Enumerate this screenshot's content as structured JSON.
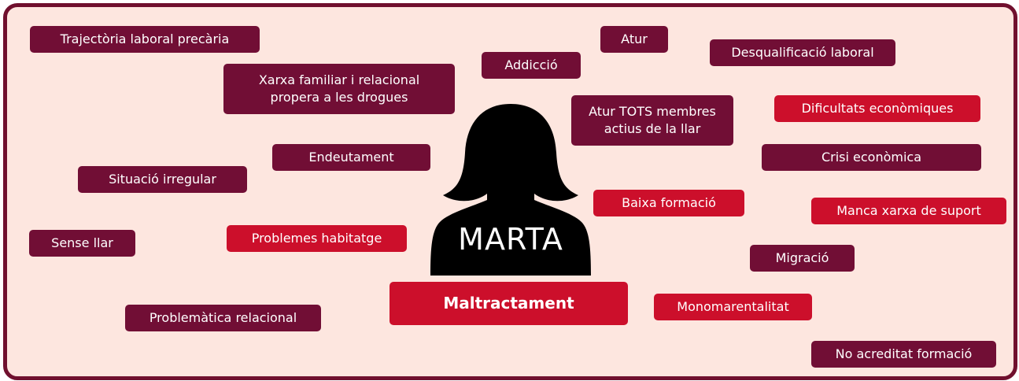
{
  "person": {
    "name": "MARTA",
    "icon": "woman-silhouette-icon"
  },
  "central_issue": "Maltractament",
  "colors": {
    "frame": "#70102e",
    "background": "#fde6df",
    "dark_tag": "#710e35",
    "red_tag": "#cc0f2b",
    "silhouette": "#000000"
  },
  "factors": [
    {
      "label": "Trajectòria laboral precària",
      "color": "dark"
    },
    {
      "label": "Xarxa familiar i relacional propera a les drogues",
      "color": "dark"
    },
    {
      "label": "Addicció",
      "color": "dark"
    },
    {
      "label": "Atur",
      "color": "dark"
    },
    {
      "label": "Desqualificació laboral",
      "color": "dark"
    },
    {
      "label": "Atur TOTS membres actius de la llar",
      "color": "dark"
    },
    {
      "label": "Dificultats econòmiques",
      "color": "red"
    },
    {
      "label": "Endeutament",
      "color": "dark"
    },
    {
      "label": "Crisi econòmica",
      "color": "dark"
    },
    {
      "label": "Situació irregular",
      "color": "dark"
    },
    {
      "label": "Baixa formació",
      "color": "red"
    },
    {
      "label": "Manca xarxa de suport",
      "color": "red"
    },
    {
      "label": "Sense llar",
      "color": "dark"
    },
    {
      "label": "Problemes habitatge",
      "color": "red"
    },
    {
      "label": "Migració",
      "color": "dark"
    },
    {
      "label": "Monomarentalitat",
      "color": "red"
    },
    {
      "label": "Problemàtica relacional",
      "color": "dark"
    },
    {
      "label": "No acreditat formació",
      "color": "dark"
    }
  ]
}
